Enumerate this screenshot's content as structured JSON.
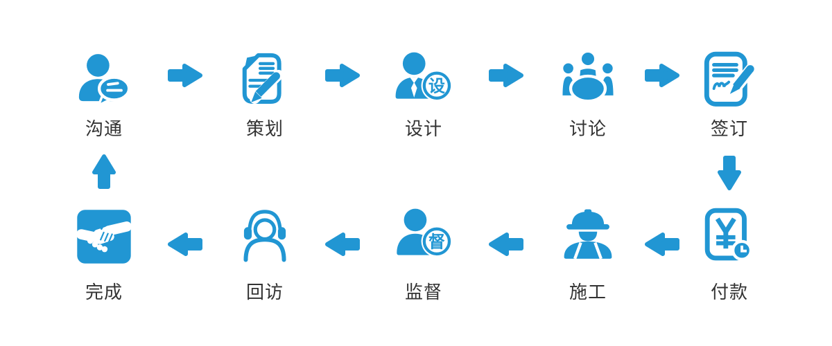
{
  "diagram": {
    "background_color": "#ffffff",
    "accent_color": "#2196d3",
    "label_color": "#333333"
  },
  "steps": [
    {
      "id": "communication",
      "label": "沟通",
      "icon": "person-chat-icon"
    },
    {
      "id": "planning",
      "label": "策划",
      "icon": "document-pencil-icon"
    },
    {
      "id": "design",
      "label": "设计",
      "icon": "designer-person-badge-icon",
      "badge_char": "设"
    },
    {
      "id": "discussion",
      "label": "讨论",
      "icon": "meeting-group-icon"
    },
    {
      "id": "signing",
      "label": "签订",
      "icon": "contract-sign-icon"
    },
    {
      "id": "payment",
      "label": "付款",
      "icon": "payment-clock-icon"
    },
    {
      "id": "construction",
      "label": "施工",
      "icon": "construction-worker-icon"
    },
    {
      "id": "supervision",
      "label": "监督",
      "icon": "supervisor-person-badge-icon",
      "badge_char": "督"
    },
    {
      "id": "follow-up",
      "label": "回访",
      "icon": "headset-support-icon"
    },
    {
      "id": "completion",
      "label": "完成",
      "icon": "handshake-icon"
    }
  ],
  "connectors": [
    {
      "from": "沟通",
      "to": "策划",
      "direction": "right"
    },
    {
      "from": "策划",
      "to": "设计",
      "direction": "right"
    },
    {
      "from": "设计",
      "to": "讨论",
      "direction": "right"
    },
    {
      "from": "讨论",
      "to": "签订",
      "direction": "right"
    },
    {
      "from": "签订",
      "to": "付款",
      "direction": "down"
    },
    {
      "from": "付款",
      "to": "施工",
      "direction": "left"
    },
    {
      "from": "施工",
      "to": "监督",
      "direction": "left"
    },
    {
      "from": "监督",
      "to": "回访",
      "direction": "left"
    },
    {
      "from": "回访",
      "to": "完成",
      "direction": "left"
    },
    {
      "from": "完成",
      "to": "沟通",
      "direction": "up"
    }
  ]
}
